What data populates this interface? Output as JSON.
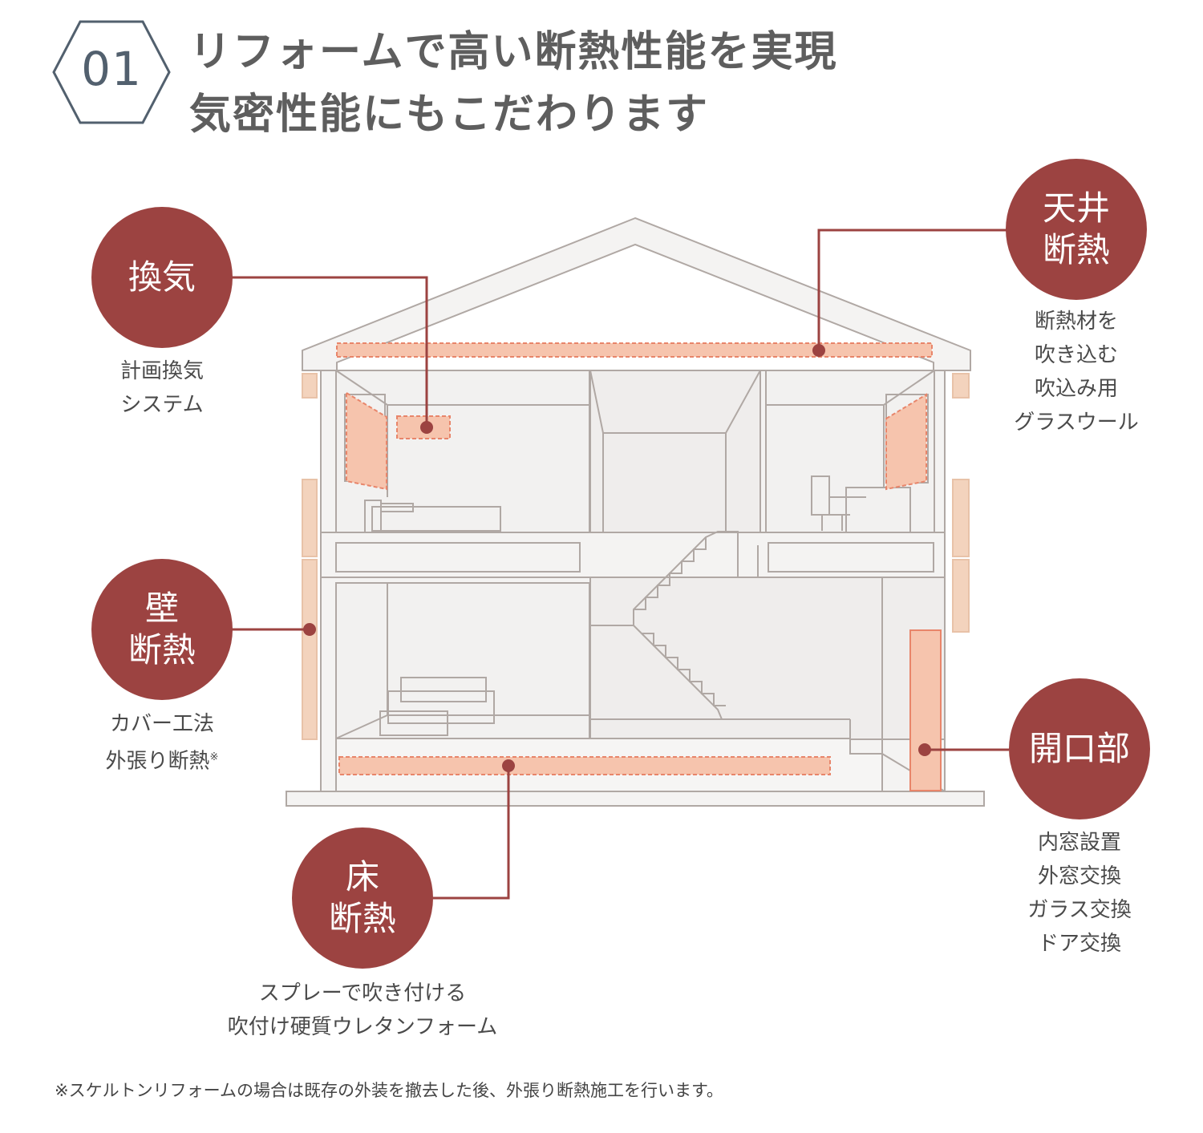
{
  "header": {
    "number": "01",
    "title_line1": "リフォームで高い断熱性能を実現",
    "title_line2": "気密性能にもこだわります"
  },
  "labels": {
    "ventilation": {
      "title": [
        "換気"
      ],
      "desc": [
        "計画換気",
        "システム"
      ]
    },
    "ceiling": {
      "title": [
        "天井",
        "断熱"
      ],
      "desc": [
        "断熱材を",
        "吹き込む",
        "吹込み用",
        "グラスウール"
      ]
    },
    "wall": {
      "title": [
        "壁",
        "断熱"
      ],
      "desc": [
        "カバー工法",
        "外張り断熱"
      ],
      "desc_mark": "※"
    },
    "opening": {
      "title": [
        "開口部"
      ],
      "desc": [
        "内窓設置",
        "外窓交換",
        "ガラス交換",
        "ドア交換"
      ]
    },
    "floor": {
      "title": [
        "床",
        "断熱"
      ],
      "desc": [
        "スプレーで吹き付ける",
        "吹付け硬質ウレタンフォーム"
      ]
    }
  },
  "footnote": "※スケルトンリフォームの場合は既存の外装を撤去した後、外張り断熱施工を行います。",
  "colors": {
    "accent": "#9c4341",
    "insulation": "#f6c4ad",
    "insulation_dash": "#e8856a",
    "wall_lines": "#b0a8a4",
    "house_fill": "#f4f3f2",
    "badge_stroke": "#52606e"
  }
}
